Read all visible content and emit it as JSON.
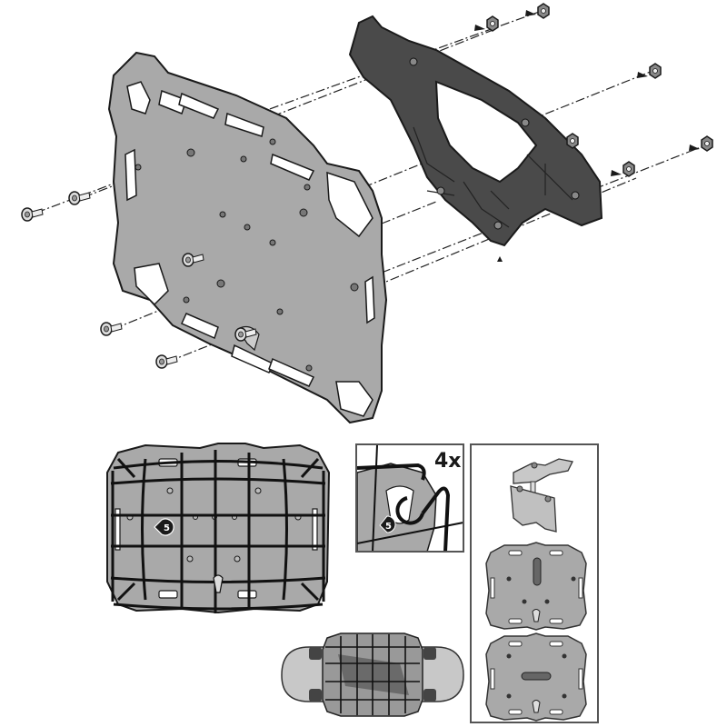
{
  "diagram": {
    "type": "exploded-assembly-illustration",
    "colors": {
      "plate_fill": "#a9a9a9",
      "bracket_fill": "#4a4a4a",
      "outline": "#1a1a1a",
      "frame": "#555555",
      "background": "#ffffff"
    },
    "main_view": {
      "parts": [
        "rack-plate",
        "mounting-bracket",
        "countersunk-screws",
        "lock-nuts",
        "washers"
      ],
      "screw_count_left": 6,
      "nut_count_right": 6
    },
    "net_view": {
      "callout": "5"
    },
    "detail_view": {
      "multiplier": "4x",
      "callout": "5"
    },
    "options_panel": {
      "items": [
        "clamp-adapter",
        "plate-vertical-mount",
        "plate-horizontal-mount"
      ]
    },
    "skateboard_view": {
      "caption": ""
    }
  }
}
